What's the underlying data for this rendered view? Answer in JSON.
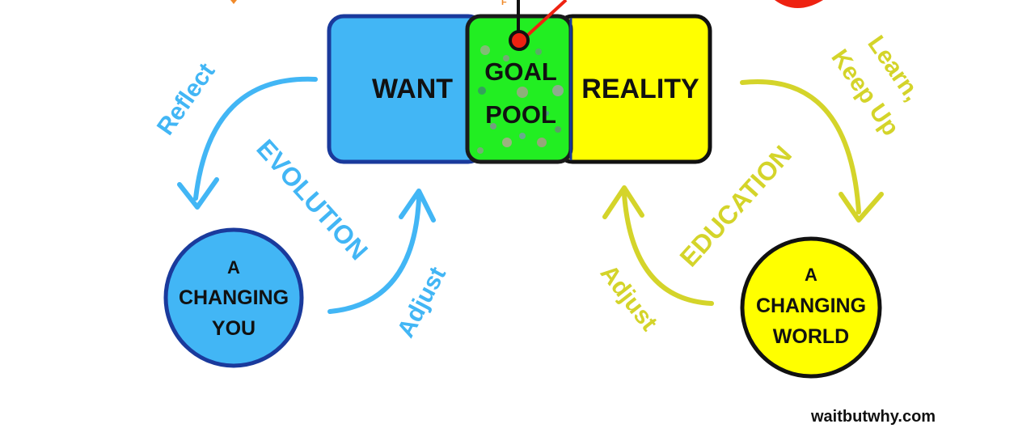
{
  "box": {
    "want": "WANT",
    "goal_line1": "GOAL",
    "goal_line2": "POOL",
    "reality": "REALITY"
  },
  "left": {
    "reflect": "Reflect",
    "evolution": "EVOLUTION",
    "adjust": "Adjust",
    "circle_line1": "A",
    "circle_line2": "CHANGING",
    "circle_line3": "YOU"
  },
  "right": {
    "learn_line1": "Learn,",
    "learn_line2": "Keep Up",
    "education": "EDUCATION",
    "adjust": "Adjust",
    "circle_line1": "A",
    "circle_line2": "CHANGING",
    "circle_line3": "WORLD"
  },
  "credit": "waitbutwhy.com",
  "colors": {
    "blue": "#42b6f5",
    "blue_dark": "#1a3a9c",
    "yellow": "#ffff00",
    "olive": "#d4d42a",
    "green": "#22ee22",
    "red": "#ee2211",
    "orange": "#f08a2a"
  }
}
